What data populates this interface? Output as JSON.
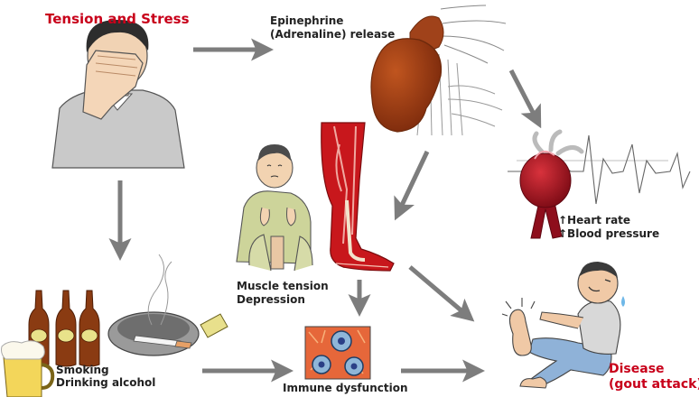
{
  "labels": {
    "stress_title": "Tension and Stress",
    "epinephrine_line1": "Epinephrine",
    "epinephrine_line2": "(Adrenaline) release",
    "heart_rate": "↑Heart rate",
    "blood_pressure": "↑Blood pressure",
    "muscle_line1": "Muscle tension",
    "muscle_line2": "Depression",
    "smoking_line1": "Smoking",
    "smoking_line2": "Drinking alcohol",
    "immune": "Immune dysfunction",
    "disease_line1": "Disease",
    "disease_line2": "(gout attack)"
  },
  "colors": {
    "accent_red": "#c8001a",
    "arrow_gray": "#7d7d7d",
    "organ_brown": "#9c3a14",
    "heart_red": "#a4101e",
    "shirt_gray": "#c9c9c9",
    "bottle_brown": "#8a3b12",
    "pants_blue": "#8fb2d8"
  },
  "icons": [
    "stressed-man-illustration",
    "adrenal-kidney-illustration",
    "heart-ecg-illustration",
    "depressed-man-illustration",
    "leg-muscle-illustration",
    "beer-bottles-illustration",
    "ashtray-cigarette-illustration",
    "immune-cells-illustration",
    "gout-patient-illustration"
  ]
}
